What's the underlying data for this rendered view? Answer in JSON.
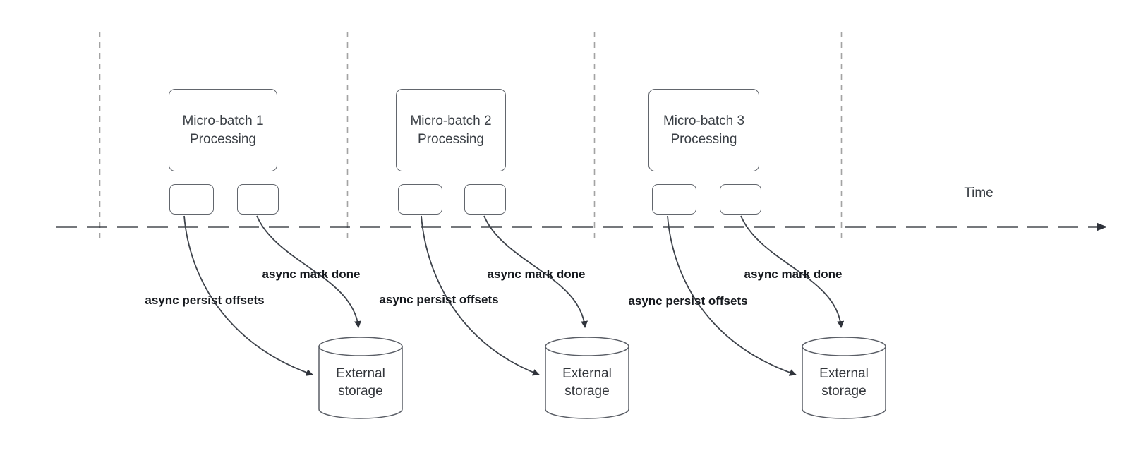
{
  "diagram": {
    "time_label": "Time",
    "groups": [
      {
        "title_line1": "Micro-batch 1",
        "title_line2": "Processing",
        "persist_label": "async persist offsets",
        "mark_label": "async mark done",
        "storage_line1": "External",
        "storage_line2": "storage"
      },
      {
        "title_line1": "Micro-batch 2",
        "title_line2": "Processing",
        "persist_label": "async persist offsets",
        "mark_label": "async mark done",
        "storage_line1": "External",
        "storage_line2": "storage"
      },
      {
        "title_line1": "Micro-batch 3",
        "title_line2": "Processing",
        "persist_label": "async persist offsets",
        "mark_label": "async mark done",
        "storage_line1": "External",
        "storage_line2": "storage"
      }
    ],
    "colors": {
      "background": "#ffffff",
      "shape_stroke": "#62666d",
      "curve_stroke": "#3e434b",
      "timeline_stroke": "#23272e",
      "grid_dash_stroke": "#a3a3a3",
      "label_text": "#16191e",
      "shape_text": "#3a3f45"
    }
  }
}
